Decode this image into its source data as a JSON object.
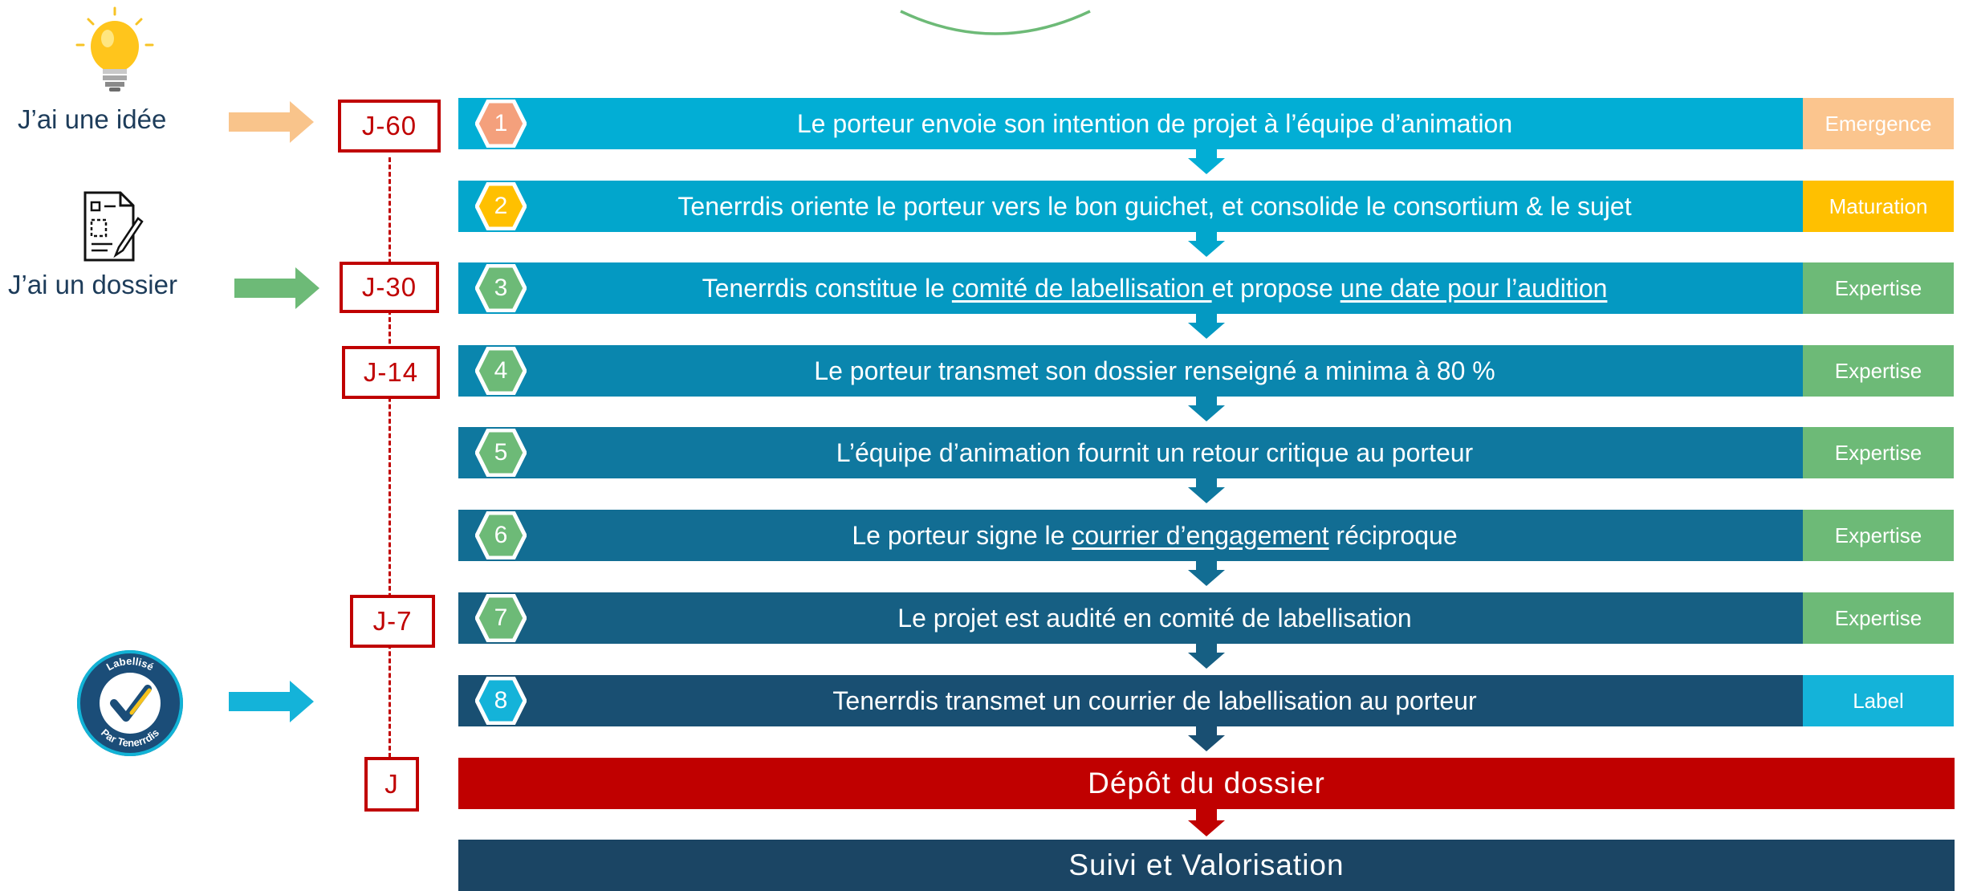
{
  "side_labels": {
    "idea": "J’ai une idée",
    "dossier": "J’ai un dossier"
  },
  "badge": {
    "top_text": "Labellisé",
    "bottom_text": "Par Tenerrdis"
  },
  "icons": {
    "idea": "lightbulb-icon",
    "dossier": "document-pen-icon",
    "label": "check-badge-icon"
  },
  "day_markers": [
    "J-60",
    "J-30",
    "J-14",
    "J-7",
    "J"
  ],
  "steps": [
    {
      "number": "1",
      "text": [
        "Le porteur envoie son intention de projet à l’équipe d’animation"
      ],
      "underlined": [],
      "phase": "Emergence"
    },
    {
      "number": "2",
      "text": [
        "Tenerrdis oriente le porteur vers le bon guichet, et consolide le consortium & le sujet"
      ],
      "underlined": [],
      "phase": "Maturation"
    },
    {
      "number": "3",
      "text": [
        "Tenerrdis constitue le ",
        "comité de labellisation ",
        "et propose ",
        "une date pour l’audition"
      ],
      "underlined": [
        1,
        3
      ],
      "phase": "Expertise"
    },
    {
      "number": "4",
      "text": [
        "Le porteur transmet son dossier renseigné a minima à 80 %"
      ],
      "underlined": [],
      "phase": "Expertise"
    },
    {
      "number": "5",
      "text": [
        "L’équipe d’animation fournit un retour critique au porteur"
      ],
      "underlined": [],
      "phase": "Expertise"
    },
    {
      "number": "6",
      "text": [
        "Le porteur signe le ",
        "courrier d’engagement",
        " réciproque"
      ],
      "underlined": [
        1
      ],
      "phase": "Expertise"
    },
    {
      "number": "7",
      "text": [
        "Le projet est audité en comité de labellisation"
      ],
      "underlined": [],
      "phase": "Expertise"
    },
    {
      "number": "8",
      "text": [
        "Tenerrdis transmet un courrier de labellisation au porteur"
      ],
      "underlined": [],
      "phase": "Label"
    }
  ],
  "final": {
    "deposit": "Dépôt du dossier",
    "followup": "Suivi et Valorisation"
  },
  "colors": {
    "bars": [
      "#02aed5",
      "#02a6cc",
      "#0499c2",
      "#0a86ae",
      "#0f789f",
      "#126d93",
      "#165f83",
      "#194f72"
    ],
    "hex": [
      "#f4a07c",
      "#ffc000",
      "#6dba77",
      "#6dba77",
      "#6dba77",
      "#6dba77",
      "#6dba77",
      "#14b3d9"
    ],
    "phase": [
      "#fbc58e",
      "#ffc000",
      "#6dba77",
      "#6dba77",
      "#6dba77",
      "#6dba77",
      "#6dba77",
      "#14b3d9"
    ],
    "deposit": "#c00000",
    "followup": "#1b4564",
    "arrow_idea": "#f9c48b",
    "arrow_dossier": "#6dba77",
    "arrow_label": "#14b3d9",
    "marker": "#c00000"
  }
}
